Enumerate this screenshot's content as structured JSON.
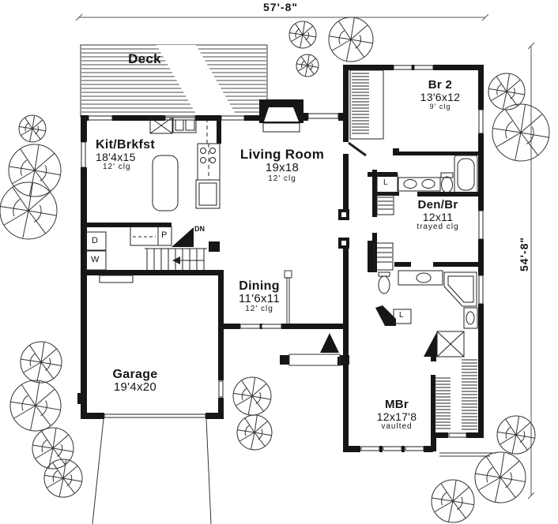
{
  "plan": {
    "width_dim": "57'-8\"",
    "height_dim": "54'-8\""
  },
  "rooms": {
    "deck": {
      "name": "Deck"
    },
    "kitchen": {
      "name": "Kit/Brkfst",
      "size": "18'4x15",
      "ceiling": "12' clg"
    },
    "living": {
      "name": "Living Room",
      "size": "19x18",
      "ceiling": "12' clg"
    },
    "br2": {
      "name": "Br 2",
      "size": "13'6x12",
      "ceiling": "9' clg"
    },
    "den": {
      "name": "Den/Br",
      "size": "12x11",
      "ceiling": "trayed clg"
    },
    "dining": {
      "name": "Dining",
      "size": "11'6x11",
      "ceiling": "12' clg"
    },
    "garage": {
      "name": "Garage",
      "size": "19'4x20"
    },
    "master": {
      "name": "MBr",
      "size": "12x17'8",
      "ceiling": "vaulted"
    }
  },
  "labels": {
    "down": "DN",
    "pantry": "P",
    "dryer": "D",
    "washer": "W",
    "linen_hall": "L",
    "linen_master": "L"
  },
  "colors": {
    "ink": "#161616",
    "line": "#333333",
    "background": "#ffffff"
  }
}
